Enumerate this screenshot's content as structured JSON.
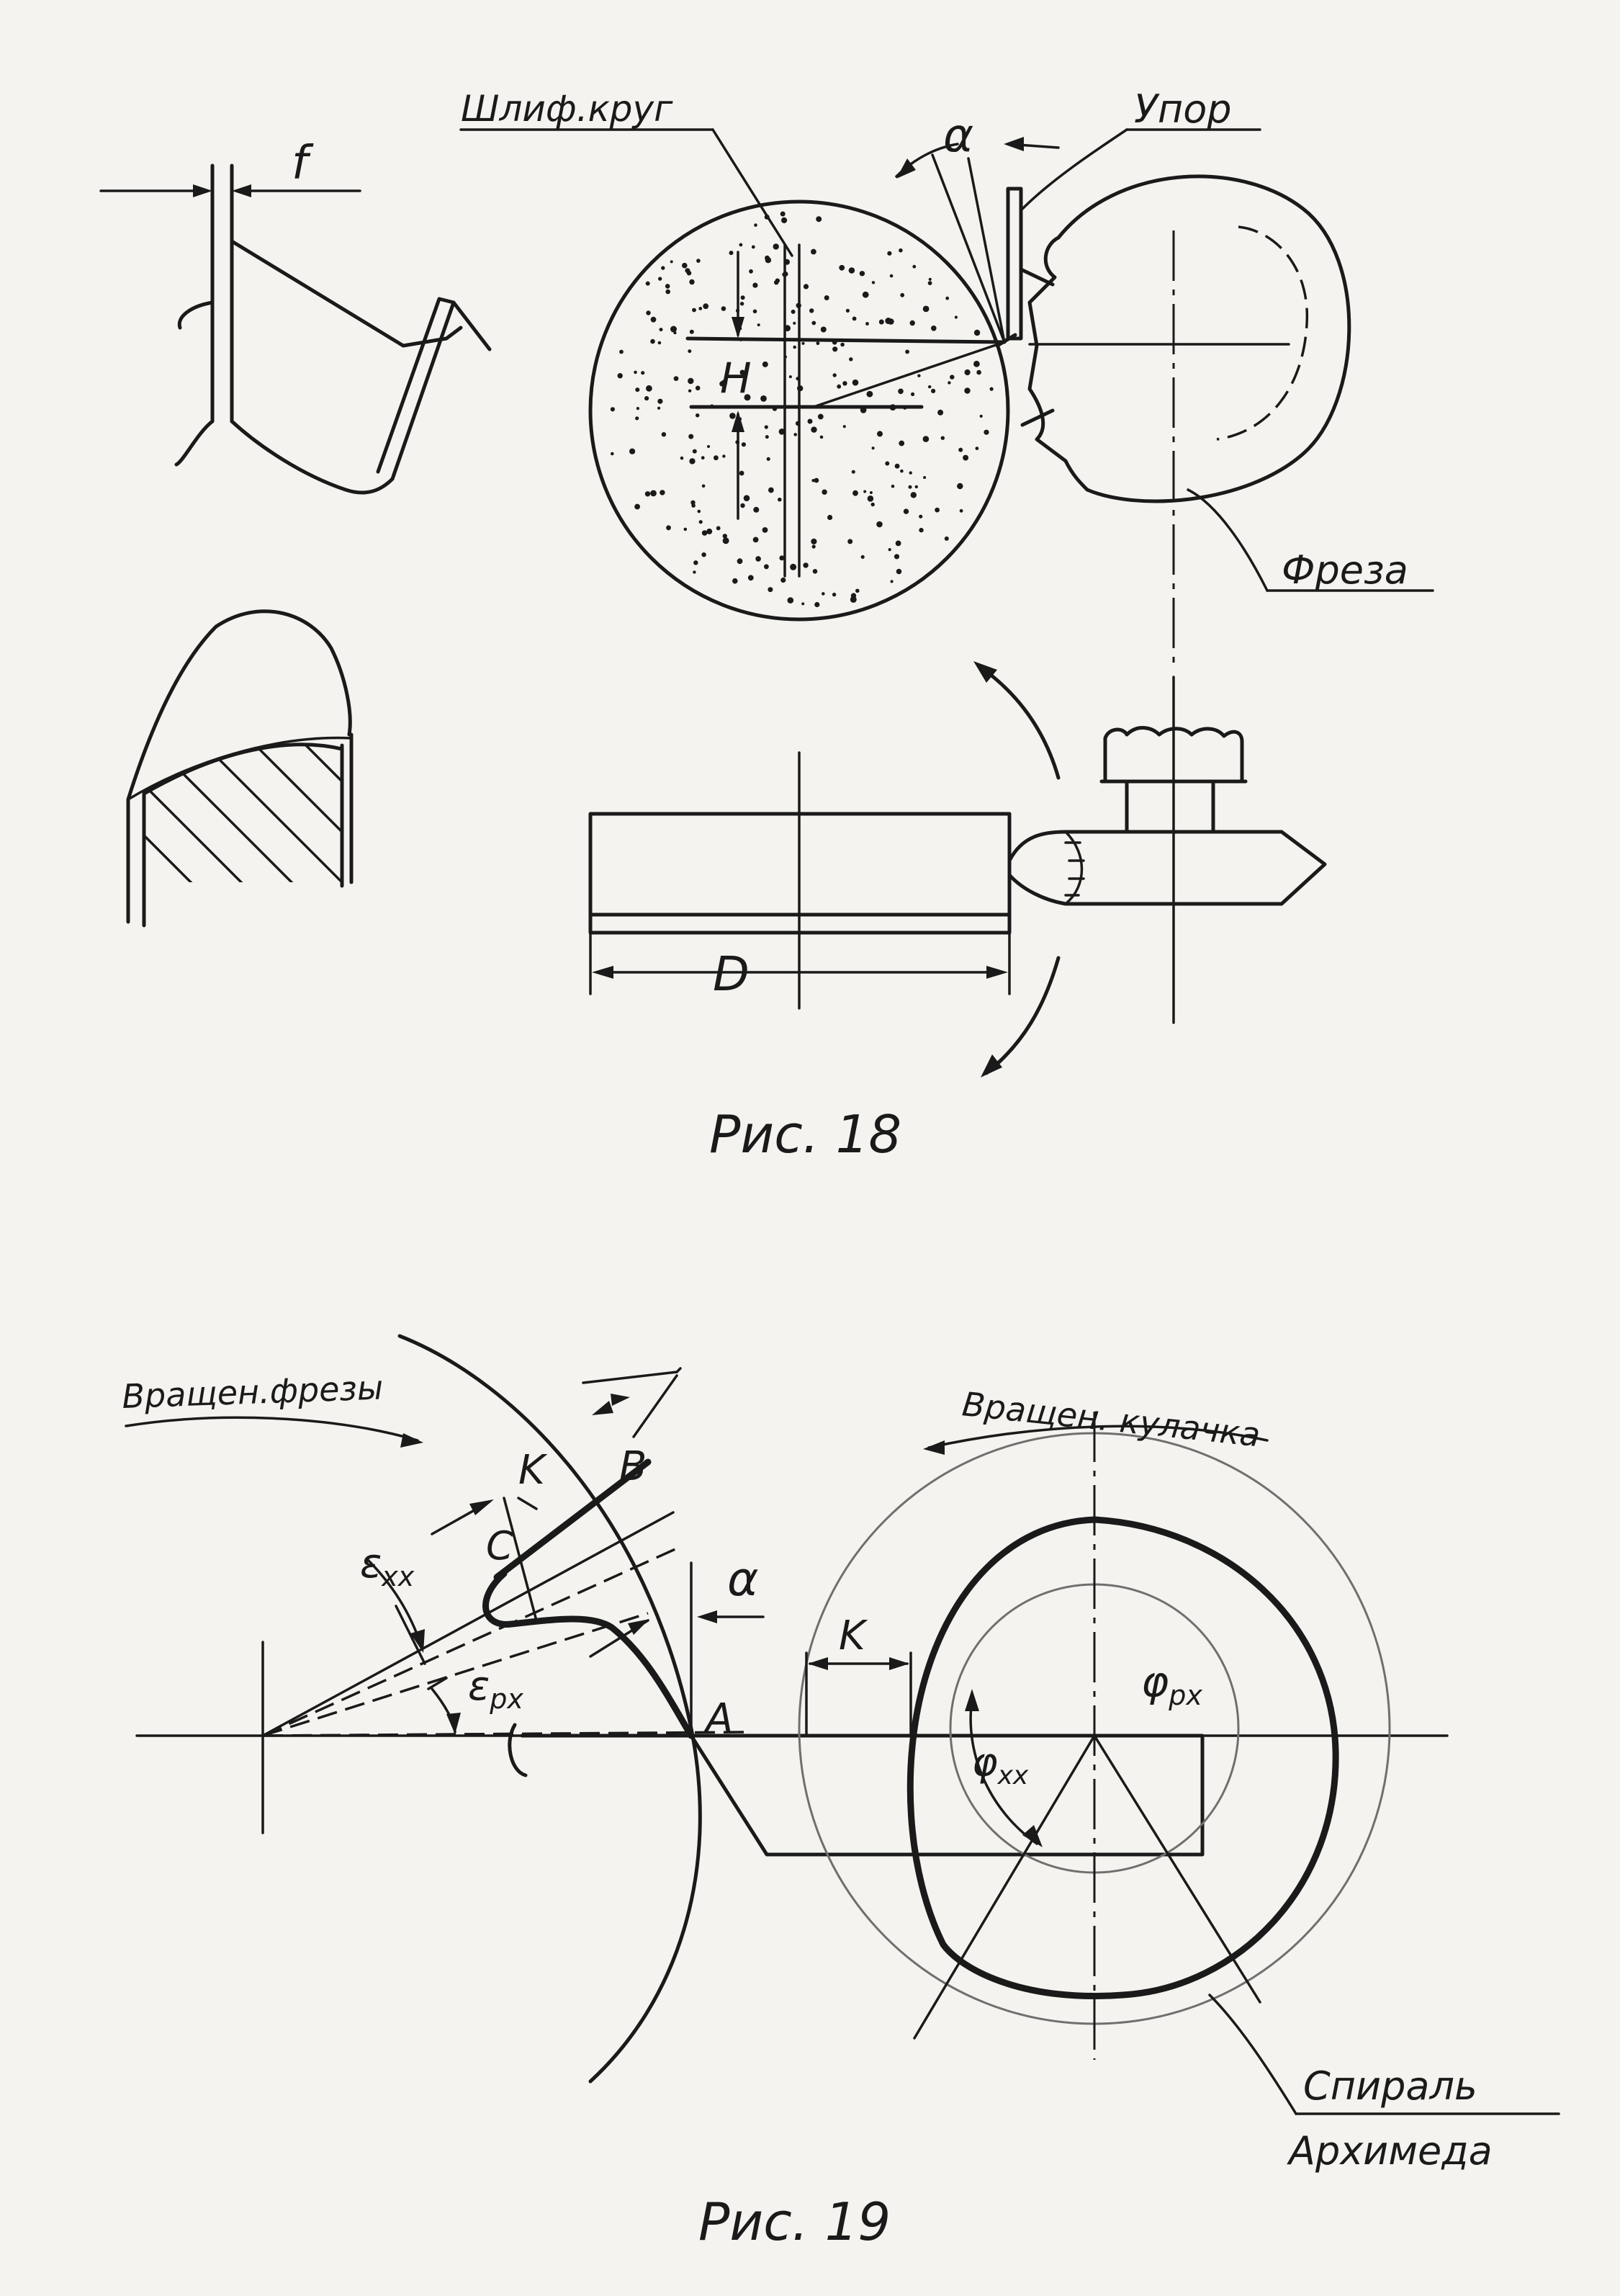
{
  "fig18": {
    "caption": "Рис. 18",
    "label_grinding_wheel": "Шлиф.круг",
    "label_stop": "Упор",
    "label_cutter": "Фреза",
    "label_f": "f",
    "label_alpha": "α",
    "label_H": "H",
    "label_D": "D"
  },
  "fig19": {
    "caption": "Рис. 19",
    "label_cutter_rotation": "Вращен.фрезы",
    "label_cam_rotation": "Вращен. кулачка",
    "label_eps_xx_main": "ε",
    "label_eps_xx_sub": "xx",
    "label_eps_px_main": "ε",
    "label_eps_px_sub": "px",
    "label_phi_px_main": "φ",
    "label_phi_px_sub": "px",
    "label_phi_xx_main": "φ",
    "label_phi_xx_sub": "xx",
    "label_K_top": "K",
    "label_K_dim": "K",
    "label_B": "B",
    "label_C": "C",
    "label_A": "A",
    "label_alpha": "α",
    "label_spiral_line1": "Спираль",
    "label_spiral_line2": "Архимеда"
  }
}
